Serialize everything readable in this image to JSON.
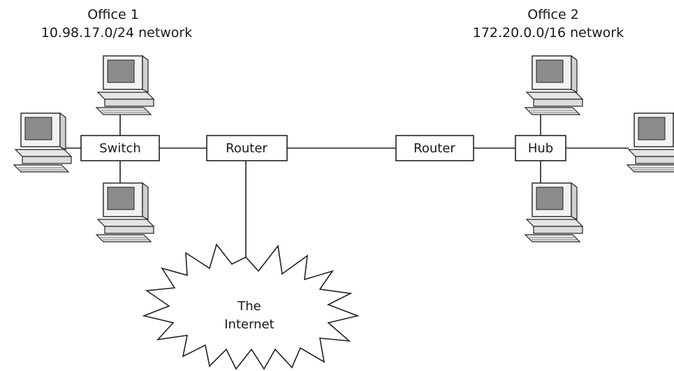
{
  "offices": [
    {
      "name": "Office 1",
      "network": "10.98.17.0/24 network"
    },
    {
      "name": "Office 2",
      "network": "172.20.0.0/16 network"
    }
  ],
  "nodes": {
    "switch": "Switch",
    "router1": "Router",
    "router2": "Router",
    "hub": "Hub"
  },
  "internet": {
    "line1": "The",
    "line2": "Internet"
  },
  "colors": {
    "monitor_screen": "#8c8c8c",
    "monitor_body": "#e8e8e8",
    "outline": "#222222"
  }
}
